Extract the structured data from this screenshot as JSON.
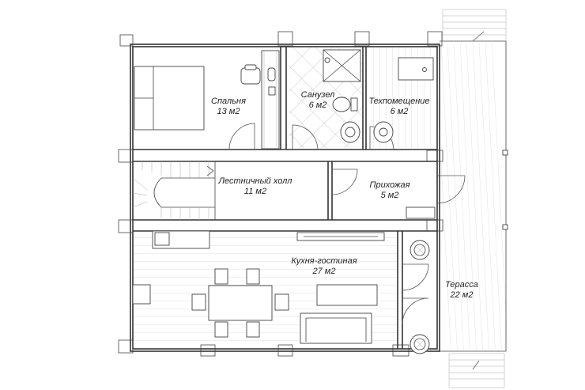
{
  "rooms": [
    {
      "id": "bedroom",
      "name": "Спальня",
      "area": "13 м2"
    },
    {
      "id": "bathroom",
      "name": "Санузел",
      "area": "6 м2"
    },
    {
      "id": "utility",
      "name": "Техпомещение",
      "area": "6 м2"
    },
    {
      "id": "stair_hall",
      "name": "Лестничный холл",
      "area": "11 м2"
    },
    {
      "id": "hallway",
      "name": "Прихожая",
      "area": "5 м2"
    },
    {
      "id": "kitchen_living",
      "name": "Кухня-гостиная",
      "area": "27 м2"
    },
    {
      "id": "terrace",
      "name": "Терасса",
      "area": "22 м2"
    }
  ]
}
